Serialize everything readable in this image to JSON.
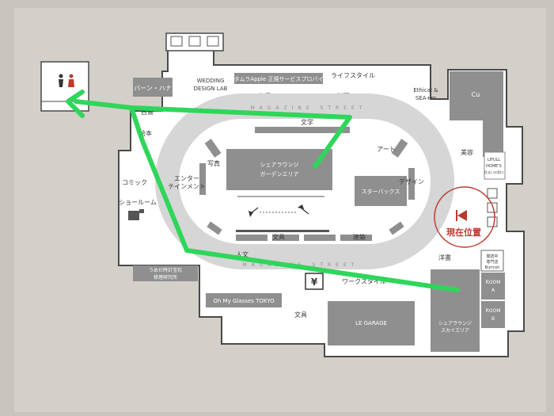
{
  "map": {
    "here_marker": "現在位置",
    "streets": {
      "top": "MAGAZINE STREET",
      "bottom": "MAGAZINE STREET"
    },
    "labels": {
      "bahn_hana": "バーン・ハナ",
      "wedding": "WEDDING DESIGN LAB",
      "kitamura": "キタムラApple 正規サービスプロバイダ",
      "lifestyle": "ライフスタイル",
      "travel": "旅行",
      "cooking": "料理",
      "ethical": "Ethical & SEA+m",
      "cu": "Cu",
      "old_books": "古書",
      "novel": "文学",
      "art": "アート",
      "beauty": "美容",
      "lifull": "LIFULL HOME'S 住まいの窓口",
      "picture_book": "絵本",
      "photo": "写真",
      "entertainment": "エンターテインメント",
      "lounge_garden": "シェアラウンジ ガーデンエリア",
      "starbucks": "スターバックス",
      "design": "デザイン",
      "comic": "コミック",
      "showroom": "ショールーム",
      "humanities": "文具",
      "architecture": "建築",
      "literature2": "人文",
      "foreign": "洋書",
      "repair": "うめだ時計宝石 修理研究所",
      "glasses": "Oh My Glasses TOKYO",
      "workstyle": "ワークスタイル",
      "stationery": "文具",
      "le_garage": "LE GARAGE",
      "lounge_sky": "シェアラウンジ スカイエリア",
      "reading": "閲読中 専門店",
      "burnish": "Burnish",
      "room_a": "ROOM A",
      "room_b": "ROOM B",
      "yen": "¥"
    }
  },
  "colors": {
    "route": "#2fd65a",
    "here": "#b83a2e",
    "wall": "#ffffff",
    "block": "#8f8f8f",
    "track": "#d6d6d6"
  }
}
